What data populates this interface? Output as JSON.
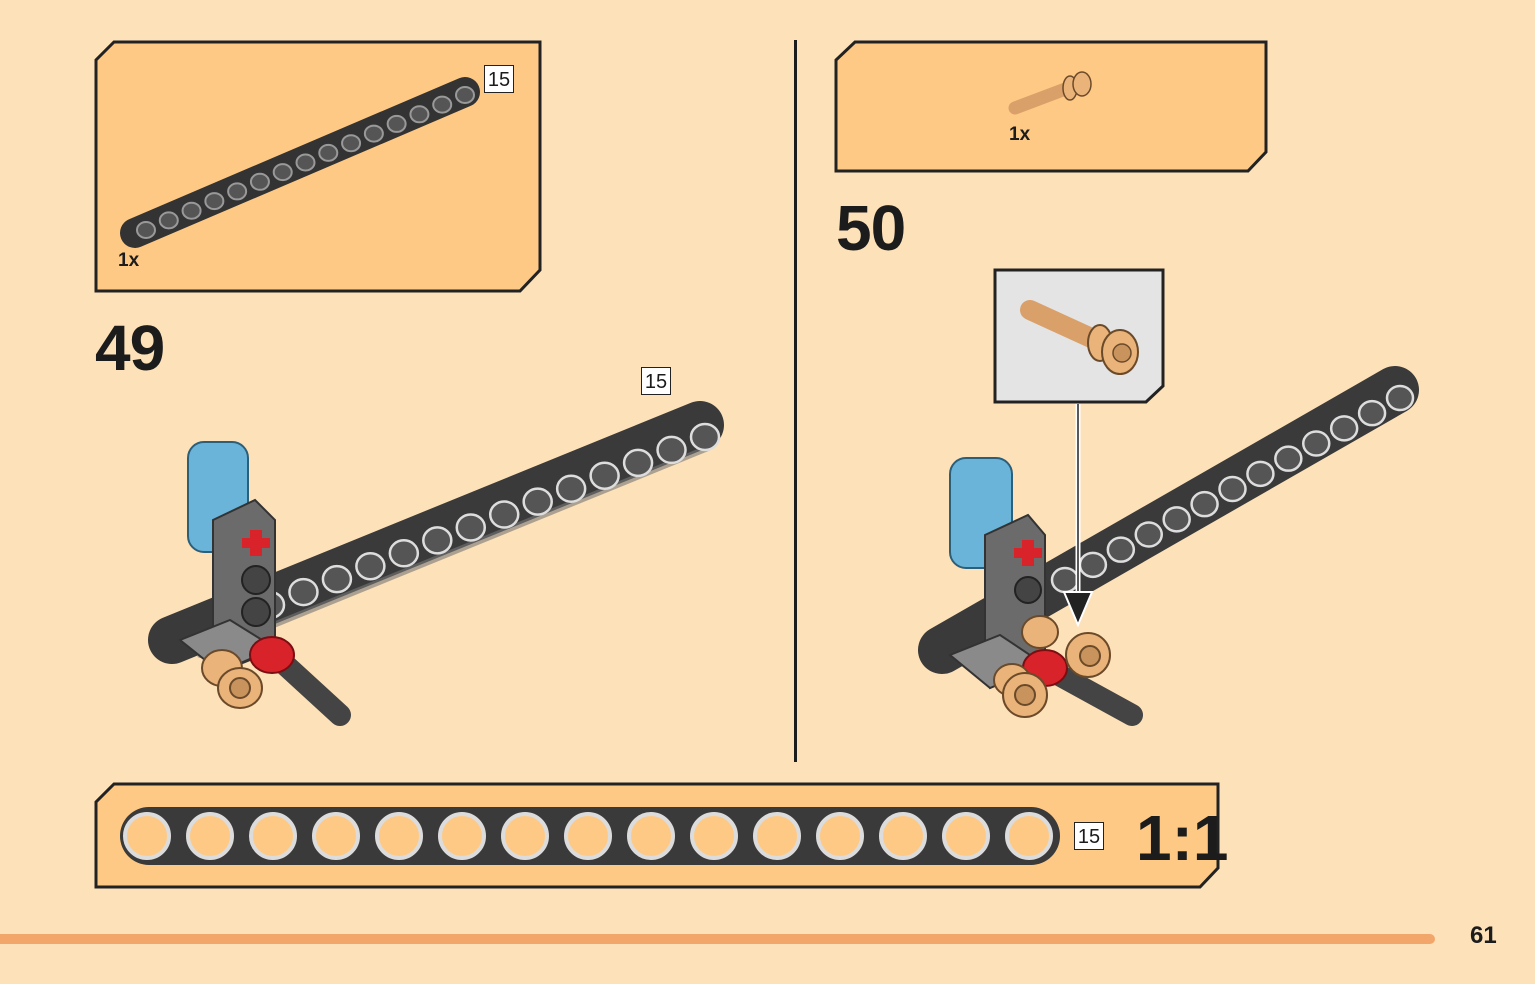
{
  "step49": {
    "number": "49",
    "parts": {
      "quantity": "1x",
      "beam_length": "15"
    },
    "callout_length": "15"
  },
  "step50": {
    "number": "50",
    "parts": {
      "quantity": "1x"
    }
  },
  "ruler": {
    "length_label": "15",
    "scale": "1:1",
    "hole_count": 15
  },
  "page_number": "61",
  "colors": {
    "background": "#fde1b9",
    "panel": "#fec985",
    "beam": "#3b3b3b",
    "pin_tan": "#e9b37a",
    "connector_blue": "#6ab4d9",
    "accent_red": "#d8232a",
    "divider_bar": "#f2a66a"
  }
}
